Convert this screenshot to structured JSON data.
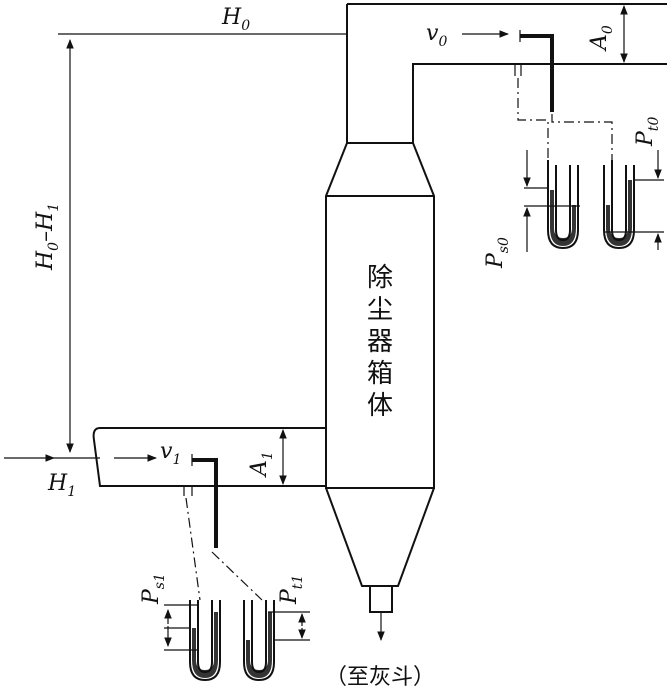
{
  "labels": {
    "h0": "H",
    "h0_sub": "0",
    "v0": "v",
    "v0_sub": "0",
    "a0": "A",
    "a0_sub": "0",
    "pt0": "P",
    "pt0_sub": "t0",
    "ps0": "P",
    "ps0_sub": "s0",
    "h0_minus_h1_a": "H",
    "h0_minus_h1_a_sub": "0",
    "h0_minus_h1_dash": "–",
    "h0_minus_h1_b": "H",
    "h0_minus_h1_b_sub": "1",
    "v1": "v",
    "v1_sub": "1",
    "a1": "A",
    "a1_sub": "1",
    "h1": "H",
    "h1_sub": "1",
    "ps1": "P",
    "ps1_sub": "s1",
    "pt1": "P",
    "pt1_sub": "t1",
    "body_chars": [
      "除",
      "尘",
      "器",
      "箱",
      "体"
    ],
    "hopper": "（至灰斗）"
  }
}
